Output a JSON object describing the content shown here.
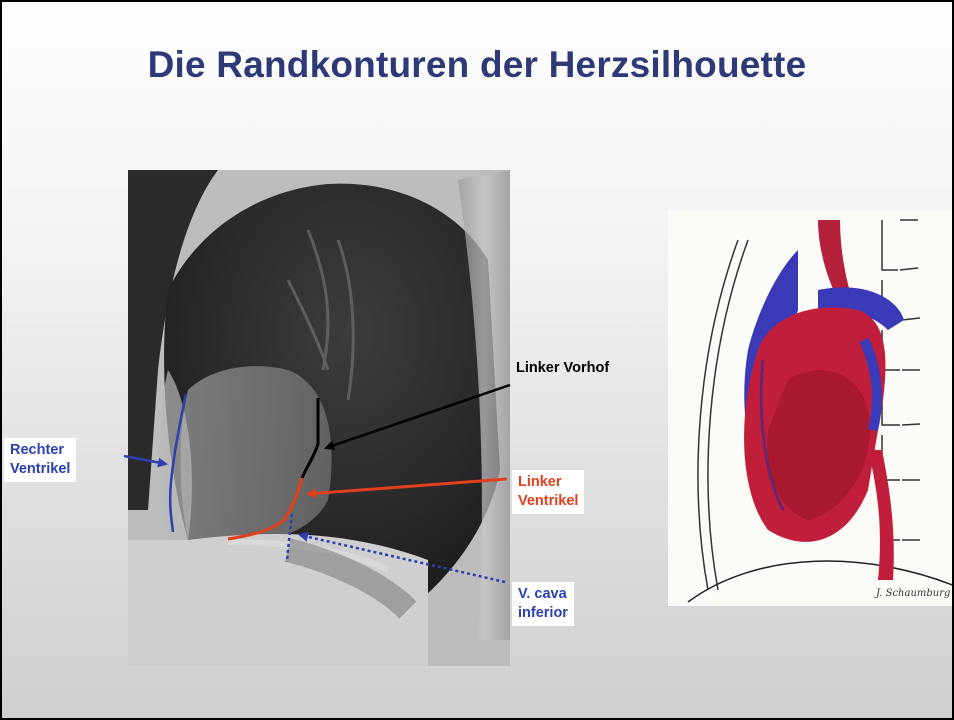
{
  "slide": {
    "title": "Die Randkonturen der Herzsilhouette"
  },
  "labels": {
    "left_atrium": "Linker Vorhof",
    "right_ventricle_line1": "Rechter",
    "right_ventricle_line2": "Ventrikel",
    "left_ventricle_line1": "Linker",
    "left_ventricle_line2": "Ventrikel",
    "vena_cava_line1": "V. cava",
    "vena_cava_line2": "inferior"
  },
  "colors": {
    "title": "#2e3a78",
    "right_ventricle": "#2b3fb0",
    "left_ventricle": "#e2401c",
    "left_atrium": "#000000",
    "vena_cava": "#2b3fb0"
  },
  "illustration_signature": "J. Schaumburg"
}
